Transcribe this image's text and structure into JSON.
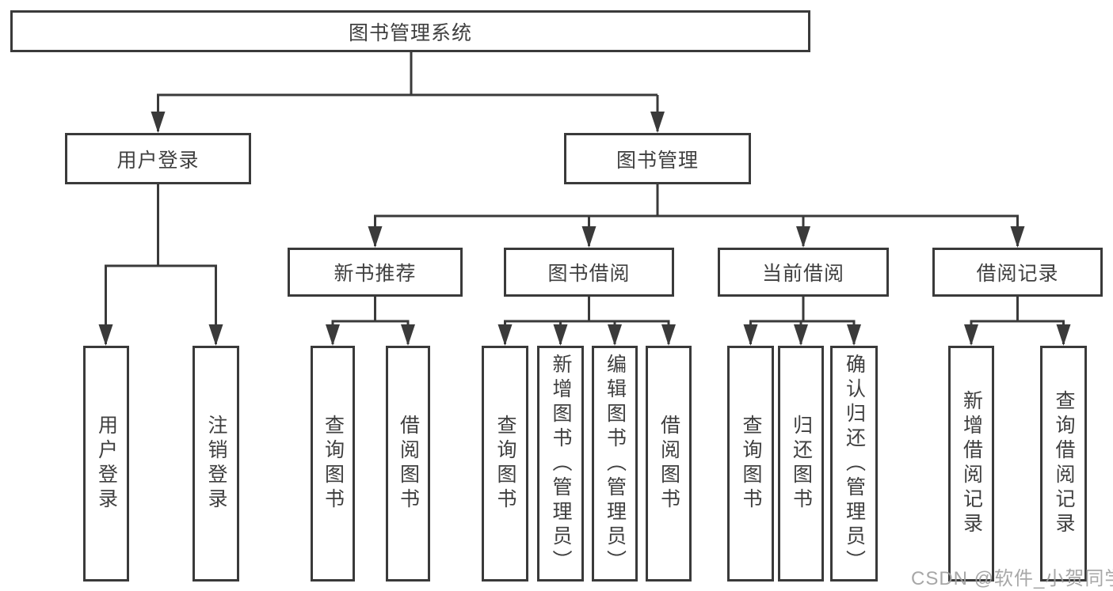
{
  "diagram": {
    "root": {
      "label": "图书管理系统"
    },
    "branches": [
      {
        "label": "用户登录",
        "children": [
          "用户登录",
          "注销登录"
        ]
      },
      {
        "label": "图书管理",
        "children": [
          {
            "label": "新书推荐",
            "children": [
              "查询图书",
              "借阅图书"
            ]
          },
          {
            "label": "图书借阅",
            "children": [
              "查询图书",
              "新增图书（管理员）",
              "编辑图书（管理员）",
              "借阅图书"
            ]
          },
          {
            "label": "当前借阅",
            "children": [
              "查询图书",
              "归还图书",
              "确认归还（管理员）"
            ]
          },
          {
            "label": "借阅记录",
            "children": [
              "新增借阅记录",
              "查询借阅记录"
            ]
          }
        ]
      }
    ],
    "watermark": "CSDN @软件_小贺同学",
    "colors": {
      "line": "#3a3a3a",
      "text": "#3f3f3f",
      "watermark": "#9e9e9e",
      "background": "#ffffff"
    }
  }
}
